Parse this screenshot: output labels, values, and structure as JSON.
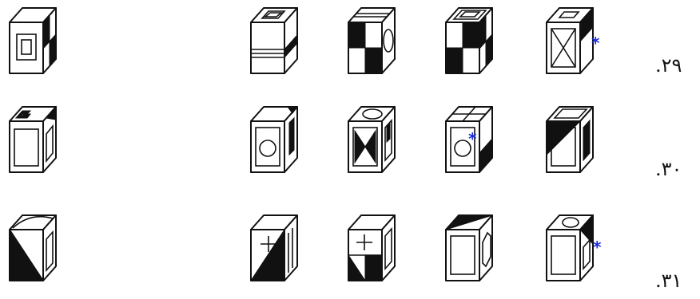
{
  "questions": [
    {
      "label": ".۲۹",
      "marked_option": 4
    },
    {
      "label": ".۳۰",
      "marked_option": 3
    },
    {
      "label": ".۳۱",
      "marked_option": 4
    }
  ],
  "marker": {
    "glyph": "*",
    "color": "#1a2bd8"
  },
  "colors": {
    "ink": "#111111",
    "paper": "#ffffff"
  }
}
